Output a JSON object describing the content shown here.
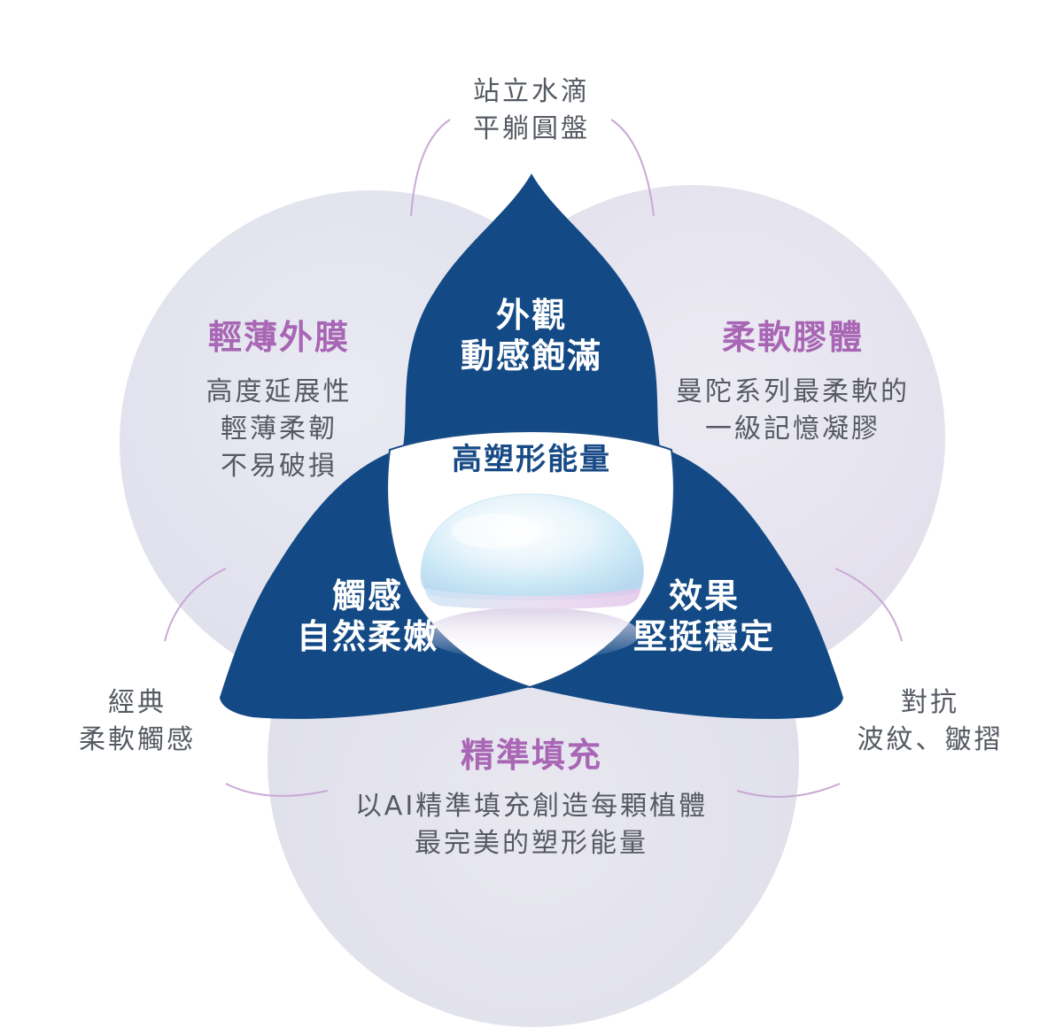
{
  "diagram": {
    "center_label": "高塑形能量",
    "inner_labels": {
      "top": [
        "外觀",
        "動感飽滿"
      ],
      "left": [
        "觸感",
        "自然柔嫩"
      ],
      "right": [
        "效果",
        "堅挺穩定"
      ]
    },
    "circles": {
      "left": {
        "title": "輕薄外膜",
        "lines": [
          "高度延展性",
          "輕薄柔韌",
          "不易破損"
        ]
      },
      "right": {
        "title": "柔軟膠體",
        "lines": [
          "曼陀系列最柔軟的",
          "一級記憶凝膠"
        ]
      },
      "bottom": {
        "title": "精準填充",
        "lines": [
          "以AI精準填充創造每顆植體",
          "最完美的塑形能量"
        ]
      }
    },
    "outer_labels": {
      "top": [
        "站立水滴",
        "平躺圓盤"
      ],
      "left": [
        "經典",
        "柔軟觸感"
      ],
      "right": [
        "對抗",
        "波紋、皺摺"
      ]
    },
    "colors": {
      "navy": "#134a85",
      "purple": "#a866b4",
      "arc": "#c9a9d6",
      "circle_fill": "#e4e6ee",
      "text_gray": "#555a62"
    }
  }
}
